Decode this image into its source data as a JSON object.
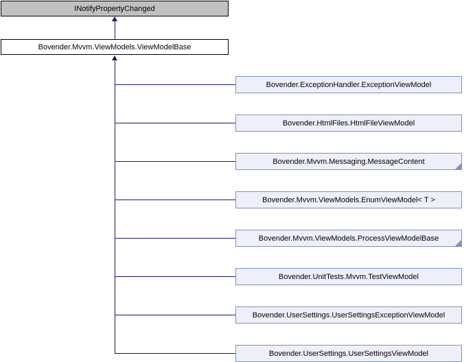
{
  "diagram": {
    "kind": "class-inheritance-graph",
    "interface_node": {
      "label": "INotifyPropertyChanged"
    },
    "base_node": {
      "label": "Bovender.Mvvm.ViewModels.ViewModelBase"
    },
    "derived_classes": [
      {
        "label": "Bovender.ExceptionHandler.ExceptionViewModel",
        "has_children": false
      },
      {
        "label": "Bovender.HtmlFiles.HtmlFileViewModel",
        "has_children": false
      },
      {
        "label": "Bovender.Mvvm.Messaging.MessageContent",
        "has_children": true
      },
      {
        "label": "Bovender.Mvvm.ViewModels.EnumViewModel< T >",
        "has_children": false
      },
      {
        "label": "Bovender.Mvvm.ViewModels.ProcessViewModelBase",
        "has_children": true
      },
      {
        "label": "Bovender.UnitTests.Mvvm.TestViewModel",
        "has_children": false
      },
      {
        "label": "Bovender.UserSettings.UserSettingsExceptionViewModel",
        "has_children": false
      },
      {
        "label": "Bovender.UserSettings.UserSettingsViewModel",
        "has_children": false
      }
    ],
    "colors": {
      "interface_fill": "#c0c0c0",
      "interface_border": "#000000",
      "base_fill": "#ffffff",
      "base_border": "#000000",
      "derived_fill": "#edf0f8",
      "derived_border": "#8090c0",
      "edge": "#191970",
      "text": "#000000"
    }
  }
}
